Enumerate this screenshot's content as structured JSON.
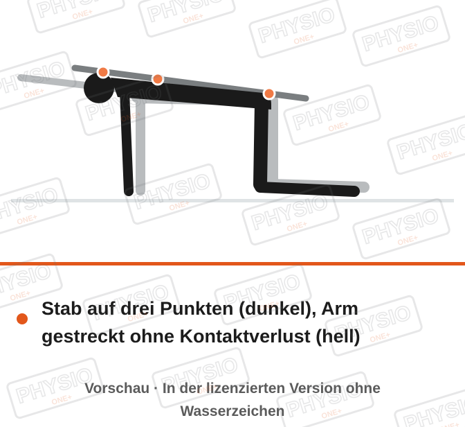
{
  "caption": {
    "text": "Stab auf drei Punkten (dunkel), Arm gestreckt ohne Kontaktverlust (hell)"
  },
  "preview_note": {
    "text": "Vorschau · In der lizenzierten Version ohne Wasserzeichen"
  },
  "watermark": {
    "brand": "PHYSIO",
    "sub": "ONE+"
  },
  "colors": {
    "accent": "#e2571b",
    "figure_dark": "#1a1a1a",
    "figure_light": "#b9bcbe",
    "stick": "#7a7e80",
    "floor": "#dfe3e5",
    "contact_point": "#f07a45"
  }
}
